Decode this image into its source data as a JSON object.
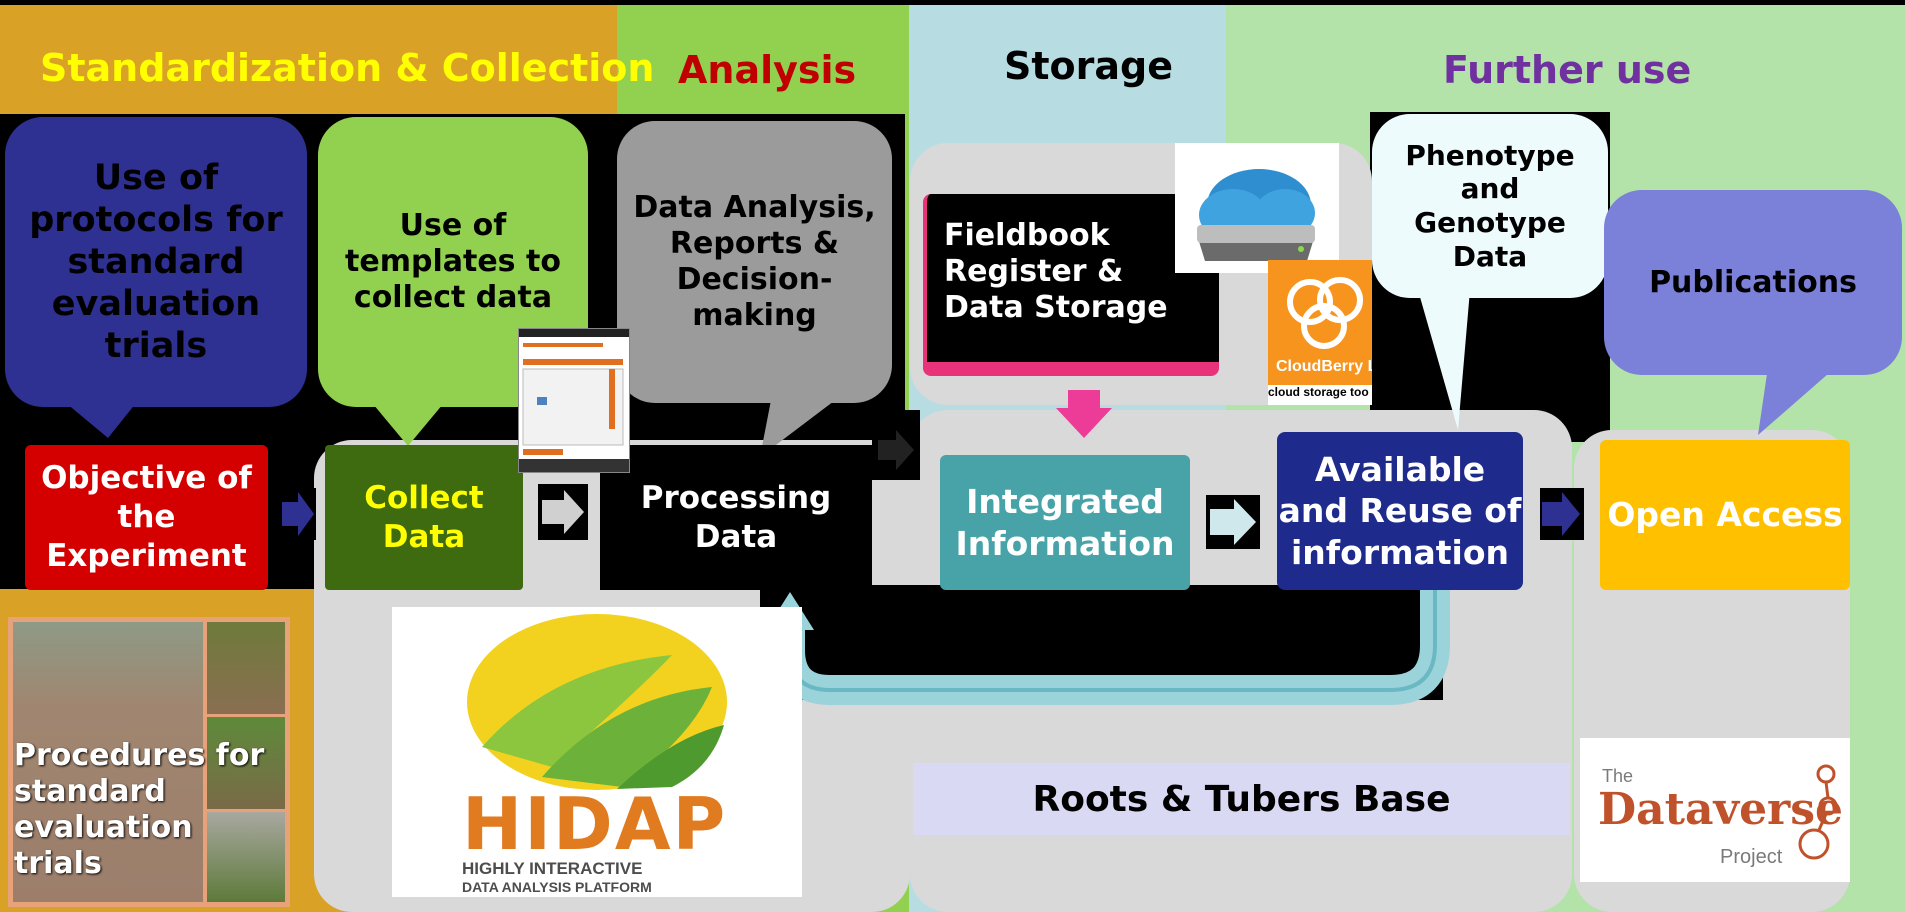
{
  "bands": {
    "standardization": "Standardization & Collection",
    "analysis": "Analysis",
    "storage": "Storage",
    "further_use": "Further use"
  },
  "bubbles": {
    "protocols": "Use of protocols for standard evaluation trials",
    "templates": "Use of templates to collect data",
    "analysis": "Data Analysis, Reports & Decision-making",
    "fieldbook": "Fieldbook Register & Data Storage",
    "phenotype": "Phenotype and Genotype Data",
    "publications": "Publications"
  },
  "process": {
    "objective": "Objective of the Experiment",
    "collect": "Collect Data",
    "processing": "Processing Data",
    "integrated": "Integrated Information",
    "available": "Available and Reuse of information",
    "open_access": "Open Access"
  },
  "images": {
    "procedures": "Procedures for standard evaluation trials",
    "hidap_logo": "HIDAP",
    "hidap_sub1": "HIGHLY INTERACTIVE",
    "hidap_sub2": "DATA ANALYSIS PLATFORM",
    "cloudberry": "CloudBerry L",
    "cloudberry_sub": "cloud storage too",
    "dataverse_the": "The",
    "dataverse_name": "Dataverse",
    "dataverse_project": "Project"
  },
  "base_label": "Roots & Tubers Base",
  "colors": {
    "gold": "#D9A227",
    "green": "#92D050",
    "lightblue": "#B7DDE3",
    "lightgreen": "#B3E3A9",
    "purple_title": "#7030A0",
    "red_title": "#C00000",
    "yellow_title": "#FFFF00"
  }
}
